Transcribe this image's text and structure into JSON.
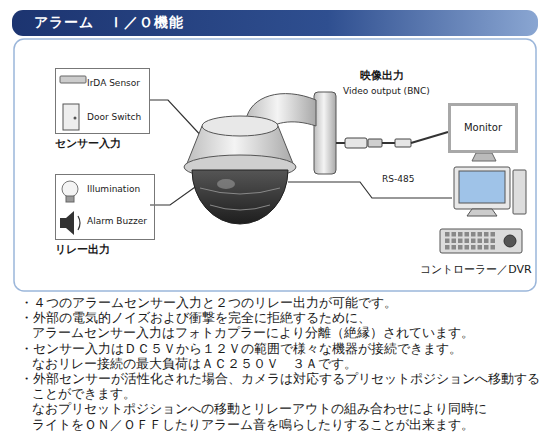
{
  "diagram": {
    "title": "アラーム　Ｉ／Ｏ機能",
    "nodes": [
      {
        "text": [
          "IrDA Sensor",
          "Door Switch",
          "センサー入力"
        ]
      },
      {
        "text": [
          "Illumination",
          "Alarm Buzzer",
          "リレー出力"
        ]
      },
      {
        "text": [
          "Monitor"
        ]
      },
      {
        "text": [
          "コントローラー／DVR"
        ]
      }
    ],
    "labels": [
      "映像出力",
      "Video output (BNC)",
      "RS-485",
      "・４つのアラームセンサー入力と２つのリレー出力が可能です。",
      "・外部の電気的ノイズおよび衝撃を完全に拒絶するために、",
      "アラームセンサー入力はフォトカプラーにより分離（絶縁）されています。",
      "・センサー入力はＤＣ５Ｖから１２Ｖの範囲で様々な機器が接続できます。",
      "なおリレー接続の最大負荷はＡＣ２５０Ｖ　３Ａです。",
      "・外部センサーが活性化された場合、カメラは対応するプリセットポジションへ移動する",
      "ことができます。",
      "なおプリセットポジションへの移動とリレーアウトの組み合わせにより同時に",
      "ライトをＯＮ／ＯＦＦしたりアラーム音を鳴らしたりすることが出来ます。"
    ]
  }
}
